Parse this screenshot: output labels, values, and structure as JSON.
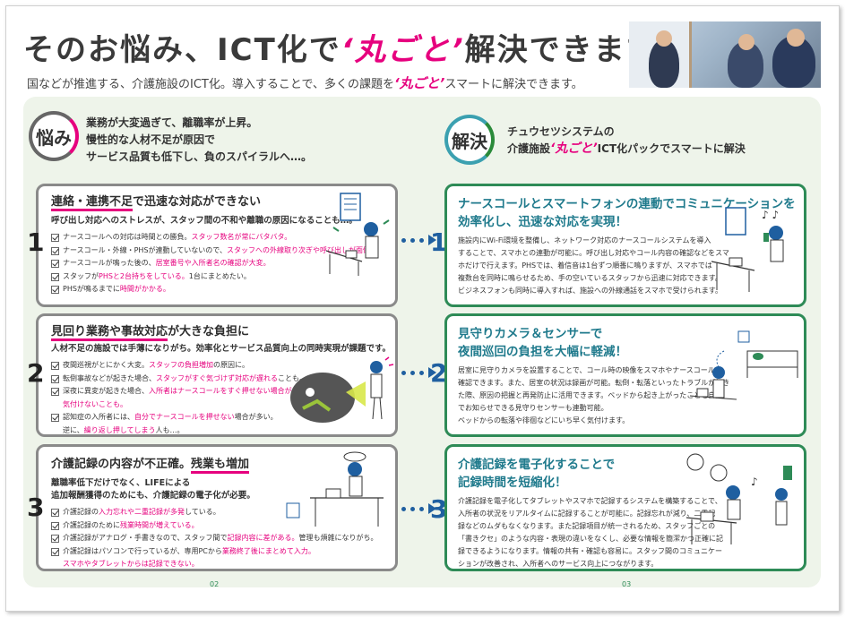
{
  "header": {
    "title_pre": "そのお悩み、ICT化で",
    "title_accent": "‘丸ごと’",
    "title_post": "解決できます。",
    "subtitle_pre": "国などが推進する、介護施設のICT化。導入することで、多くの課題を",
    "subtitle_accent": "‘丸ごと’",
    "subtitle_post": "スマートに解決できます。"
  },
  "left_header": {
    "badge": "悩み",
    "lines": [
      "業務が大変過ぎて、離職率が上昇。",
      "慢性的な人材不足が原因で",
      "サービス品質も低下し、負のスパイラルへ…。"
    ]
  },
  "right_header": {
    "badge": "解決",
    "line1": "チュウセツシステムの",
    "line2_pre": "介護施設",
    "line2_accent": "‘丸ごと’",
    "line2_post": "ICT化パックでスマートに解決"
  },
  "problems": [
    {
      "number": "1",
      "title_u": "連絡・連携不足",
      "title_rest": "で迅速な対応ができない",
      "intro": "呼び出し対応へのストレスが、スタッフ間の不和や離職の原因になることも…。",
      "items": [
        {
          "text": "ナースコールへの対応は時間との勝負。",
          "hl": "スタッフ数名が常にバタバタ。"
        },
        {
          "text": "ナースコール・外線・PHSが連動していないので、",
          "hl": "スタッフへの外線取り次ぎや呼び出しが面倒。"
        },
        {
          "text": "ナースコールが鳴った後の、",
          "hl": "居室番号や入所者名の確認が大変。"
        },
        {
          "text": "スタッフが",
          "hl": "PHSと2台持ちをしている。",
          "after": "1台にまとめたい。"
        },
        {
          "text": "PHSが鳴るまでに",
          "hl": "時間がかかる。"
        }
      ]
    },
    {
      "number": "2",
      "title_u": "見回り業務や事故対応",
      "title_rest": "が大きな負担に",
      "intro": "人材不足の施設では手薄になりがち。効率化とサービス品質向上の同時実現が課題です。",
      "items": [
        {
          "text": "夜間巡視がとにかく大変。",
          "hl": "スタッフの負担増加",
          "after": "の原因に。"
        },
        {
          "text": "転倒事故などが起きた場合、",
          "hl": "スタッフがすぐ気づけず対応が遅れる",
          "after": "ことも。"
        },
        {
          "text": "深夜に異変が起きた場合、",
          "hl": "入所者はナースコールをすぐ押せない場合があり、",
          "line2": "気付けないことも。"
        },
        {
          "text": "認知症の入所者には、",
          "hl": "自分でナースコールを押せない",
          "after": "場合が多い。",
          "line2_plain": "逆に、",
          "line2_hl": "繰り返し押してしまう",
          "line2_after": "人も…。"
        }
      ]
    },
    {
      "number": "3",
      "title_u": "介護記録の内容が不正確。",
      "title_rest": "残業も増加",
      "intro_lines": [
        "離職率低下だけでなく、LIFEによる",
        "追加報酬獲得のためにも、介護記録の電子化が必要。"
      ],
      "items": [
        {
          "text": "介護記録の",
          "hl": "入力忘れや二重記録が多発",
          "after": "している。"
        },
        {
          "text": "介護記録のために",
          "hl": "残業時間が増えている。"
        },
        {
          "text": "介護記録がアナログ・手書きなので、スタッフ間で",
          "hl": "記録内容に差がある。",
          "after": "管理も煩雑になりがち。"
        },
        {
          "text": "介護記録はパソコンで行っているが、専用PCから",
          "hl": "業務終了後にまとめて入力。",
          "line2_hl": "スマホやタブレットからは記録できない。"
        }
      ]
    }
  ],
  "solutions": [
    {
      "number": "1",
      "title_lines": [
        "ナースコールとスマートフォンの連動でコミュニケーションを",
        "効率化し、迅速な対応を実現！"
      ],
      "body": [
        "施設内にWi-Fi環境を整備し、ネットワーク対応のナースコールシステムを導入",
        "することで、スマホとの連動が可能に。呼び出し対応やコール内容の確認などをスマ",
        "ホだけで行えます。PHSでは、着信音は1台ずつ順番に鳴りますが、スマホでは",
        "複数台を同時に鳴らせるため、手の空いているスタッフから迅速に対応できます。",
        "ビジネスフォンも同時に導入すれば、施設への外線通話をスマホで受けられます。"
      ]
    },
    {
      "number": "2",
      "title_lines": [
        "見守りカメラ＆センサーで",
        "夜間巡回の負担を大幅に軽減！"
      ],
      "body": [
        "居室に見守りカメラを設置することで、コール時の映像をスマホやナースコールで",
        "確認できます。また、居室の状況は録画が可能。転倒・転落といったトラブルが起き",
        "た際、原因の把握と再発防止に活用できます。ベッドから起き上がったことを自動",
        "でお知らせできる見守りセンサーも連動可能。",
        "ベッドからの転落や徘徊などにいち早く気付けます。"
      ]
    },
    {
      "number": "3",
      "title_lines": [
        "介護記録を電子化することで",
        "記録時間を短縮化！"
      ],
      "body": [
        "介護記録を電子化してタブレットやスマホで記録するシステムを構築することで、",
        "入所者の状況をリアルタイムに記録することが可能に。記録忘れが減り、二重記",
        "録などのムダもなくなります。また記録項目が統一されるため、スタッフごとの",
        "「書きクセ」のような内容・表現の違いをなくし、必要な情報を簡潔かつ正確に記",
        "録できるようになります。情報の共有・確認も容易に。スタッフ間のコミュニケー",
        "ションが改善され、入所者へのサービス向上につながります。"
      ]
    }
  ],
  "page_numbers": {
    "left": "02",
    "right": "03"
  },
  "colors": {
    "accent": "#e6007e",
    "solution": "#1f7a8c",
    "green_border": "#2e8b57",
    "panel_bg": "#eef4ea"
  }
}
